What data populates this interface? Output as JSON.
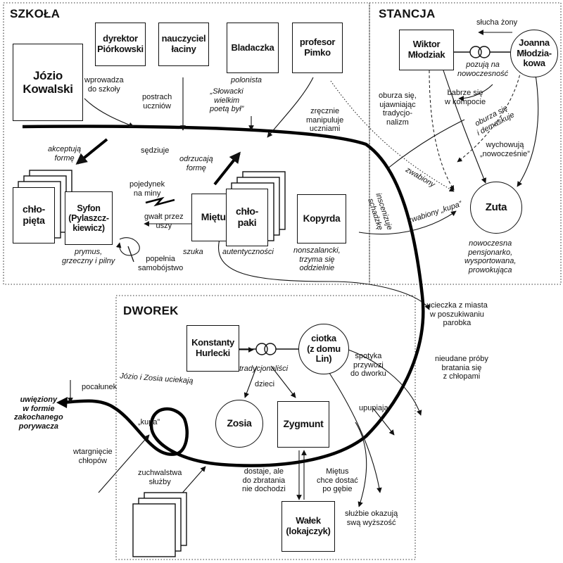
{
  "sections": {
    "szkola": "SZKOŁA",
    "stancja": "STANCJA",
    "dworek": "DWOREK"
  },
  "nodes": {
    "jozio": "Józio\nKowalski",
    "dyrektor": "dyrektor\nPiórkowski",
    "nauczyciel": "nauczyciel\nłaciny",
    "bladaczka": "Bladaczka",
    "pimko": "profesor\nPimko",
    "mlodziak": "Wiktor\nMłodziak",
    "joanna": "Joanna\nMłodzia-\nkowa",
    "chlopieta": "chło-\npięta",
    "syfon": "Syfon\n(Pylaszcz-\nkiewicz)",
    "mietus": "Miętus",
    "chlopaki": "chło-\npaki",
    "kopyrda": "Kopyrda",
    "zuta": "Zuta",
    "hurlecki": "Konstanty\nHurlecki",
    "ciotka": "ciotka\n(z domu\nLin)",
    "zosia": "Zosia",
    "zygmunt": "Zygmunt",
    "walek": "Wałek\n(lokajczyk)"
  },
  "labels": {
    "wprowadza": "wprowadza\ndo szkoły",
    "postrach": "postrach\nuczniów",
    "polonista": "polonista",
    "slowacki": "„Słowacki\nwielkim\npoetą był”",
    "zrecznie": "zręcznie\nmanipuluje\nuczniami",
    "sedziuje": "sędziuje",
    "akceptuja": "akceptują\nformę",
    "odrzucaja": "odrzucają\nformę",
    "pojedynek": "pojedynek\nna miny",
    "gwalt": "gwałt przez\nuszy",
    "prymus": "prymus,\ngrzeczny i pilny",
    "popelnia": "popełnia\nsamobójstwo",
    "szuka": "szuka",
    "autentycznosci": "autentyczności",
    "nonszalancki": "nonszalancki,\ntrzyma się\noddzielnie",
    "slucha": "słucha żony",
    "pozuja": "pozują na\nnowoczesność",
    "oburza1": "oburza się,\nujawniając\ntradycjo-\nnalizm",
    "babrze": "babrze się\nw kompocie",
    "oburza2": "oburza się\ni demaskuje",
    "wychowuja": "wychowują\n„nowocześnie”",
    "zwabiony1": "zwabiony",
    "inscenizuje": "inscenizuje\nschadzkę",
    "zwabiony2": "zwabiony „kupa”",
    "nowoczesna": "nowoczesna\npensjonarko,\nwysportowana,\nprowokująca",
    "ucieczka": "ucieczka z miasta\nw poszukiwaniu\nparobka",
    "nieudane": "nieudane próby\nbratania się\nz chłopami",
    "tradycjonalisci": "tradycjonaliści",
    "dzieci": "dzieci",
    "spotyka": "spotyka\nprzywozi\ndo dworku",
    "upupiaja": "upupiają",
    "jozio_zosia": "Józio i Zosia uciekają",
    "pocalunek": "pocałunek",
    "uwieziony": "uwięziony\nw formie\nzakochanego\nporywacza",
    "kupa": "„kupa”",
    "wtargniecie": "wtargnięcie\nchłopów",
    "zuchwalstwa": "zuchwalstwa\nsłużby",
    "dostaje": "dostaje, ale\ndo zbratania\nnie dochodzi",
    "mietus_chce": "Miętus\nchce dostać\npo gębie",
    "sluzbie": "służbie okazują\nswą wyższość"
  }
}
